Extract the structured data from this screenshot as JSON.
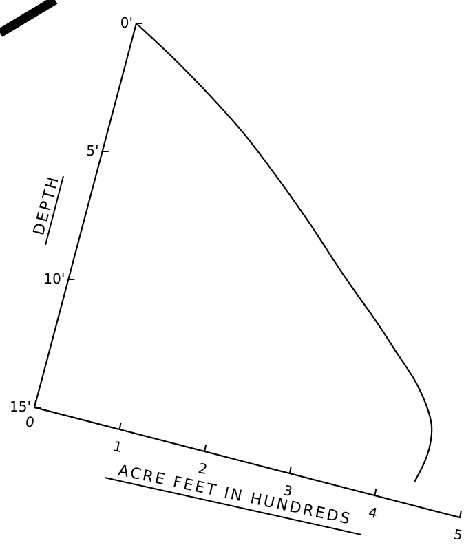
{
  "chart_data": {
    "type": "line",
    "xlabel": "ACRE FEET IN HUNDREDS",
    "ylabel": "DEPTH",
    "x_ticks": [
      "0",
      "1",
      "2",
      "3",
      "4",
      "5"
    ],
    "y_ticks": [
      "0'",
      "5'",
      "10'",
      "15'"
    ],
    "xlim": [
      0,
      5
    ],
    "ylim": [
      0,
      15
    ],
    "y_inverted": true,
    "grid": false,
    "series": [
      {
        "x": [
          0.0,
          0.5,
          1.0,
          1.5,
          2.0,
          2.5,
          3.0,
          3.5,
          3.8,
          4.1,
          4.3,
          4.42,
          4.46,
          4.45,
          4.4
        ],
        "y": [
          0.0,
          0.9,
          1.9,
          3.0,
          4.3,
          5.7,
          7.2,
          8.6,
          9.5,
          10.4,
          11.2,
          11.9,
          12.6,
          13.3,
          14.1
        ]
      }
    ]
  }
}
